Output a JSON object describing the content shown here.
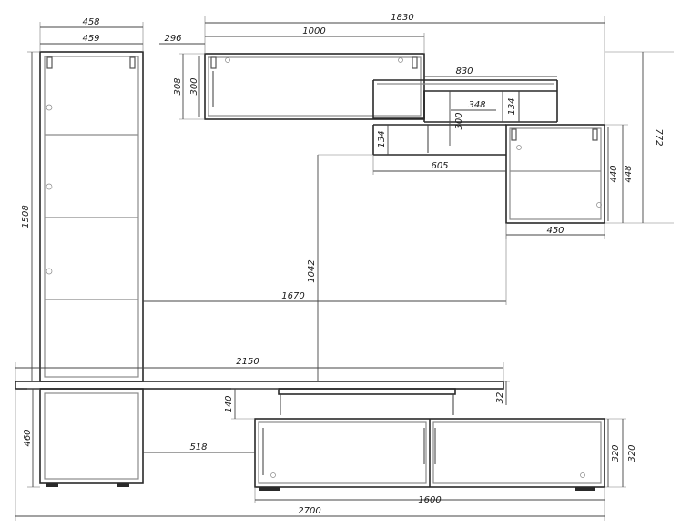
{
  "dimensions": {
    "d458": "458",
    "d459": "459",
    "d296": "296",
    "d1000": "1000",
    "d1830": "1830",
    "d308": "308",
    "d300a": "300",
    "d830": "830",
    "d348": "348",
    "d300b": "300",
    "d134a": "134",
    "d134b": "134",
    "d605": "605",
    "d772": "772",
    "d440": "440",
    "d448": "448",
    "d450": "450",
    "d1508": "1508",
    "d1042": "1042",
    "d1670": "1670",
    "d2150": "2150",
    "d140": "140",
    "d32": "32",
    "d460": "460",
    "d518": "518",
    "d320a": "320",
    "d320b": "320",
    "d1600": "1600",
    "d2700": "2700"
  }
}
